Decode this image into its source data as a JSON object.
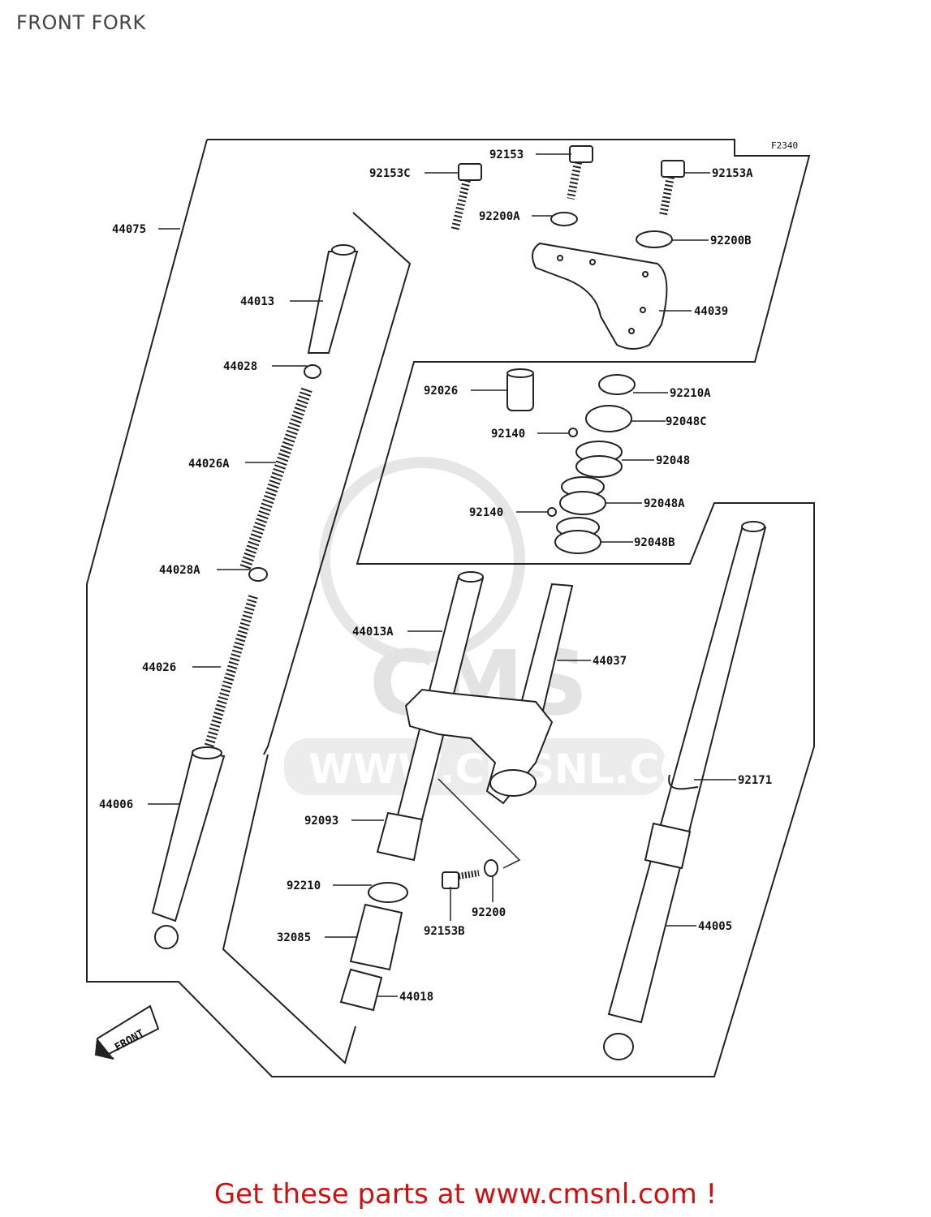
{
  "page": {
    "title": "FRONT FORK"
  },
  "diagram": {
    "figure_code": "F2340",
    "front_label": "FRONT",
    "watermark": {
      "brand": "CMS",
      "url": "WWW.CMSNL.COM"
    },
    "parts": [
      {
        "id": "p44075",
        "label": "44075"
      },
      {
        "id": "p44013",
        "label": "44013"
      },
      {
        "id": "p44028",
        "label": "44028"
      },
      {
        "id": "p44026A",
        "label": "44026A"
      },
      {
        "id": "p44028A",
        "label": "44028A"
      },
      {
        "id": "p44026",
        "label": "44026"
      },
      {
        "id": "p44006",
        "label": "44006"
      },
      {
        "id": "p92153",
        "label": "92153"
      },
      {
        "id": "p92153C",
        "label": "92153C"
      },
      {
        "id": "p92153A",
        "label": "92153A"
      },
      {
        "id": "p92200A",
        "label": "92200A"
      },
      {
        "id": "p92200B",
        "label": "92200B"
      },
      {
        "id": "p44039",
        "label": "44039"
      },
      {
        "id": "p92026",
        "label": "92026"
      },
      {
        "id": "p92210A",
        "label": "92210A"
      },
      {
        "id": "p92048C",
        "label": "92048C"
      },
      {
        "id": "p92140a",
        "label": "92140"
      },
      {
        "id": "p92048",
        "label": "92048"
      },
      {
        "id": "p92140b",
        "label": "92140"
      },
      {
        "id": "p92048A",
        "label": "92048A"
      },
      {
        "id": "p92048B",
        "label": "92048B"
      },
      {
        "id": "p44013A",
        "label": "44013A"
      },
      {
        "id": "p44037",
        "label": "44037"
      },
      {
        "id": "p92171",
        "label": "92171"
      },
      {
        "id": "p92093",
        "label": "92093"
      },
      {
        "id": "p92210",
        "label": "92210"
      },
      {
        "id": "p92200",
        "label": "92200"
      },
      {
        "id": "p92153B",
        "label": "92153B"
      },
      {
        "id": "p32085",
        "label": "32085"
      },
      {
        "id": "p44005",
        "label": "44005"
      },
      {
        "id": "p44018",
        "label": "44018"
      }
    ]
  },
  "footer": {
    "cta": "Get these parts at www.cmsnl.com !"
  }
}
